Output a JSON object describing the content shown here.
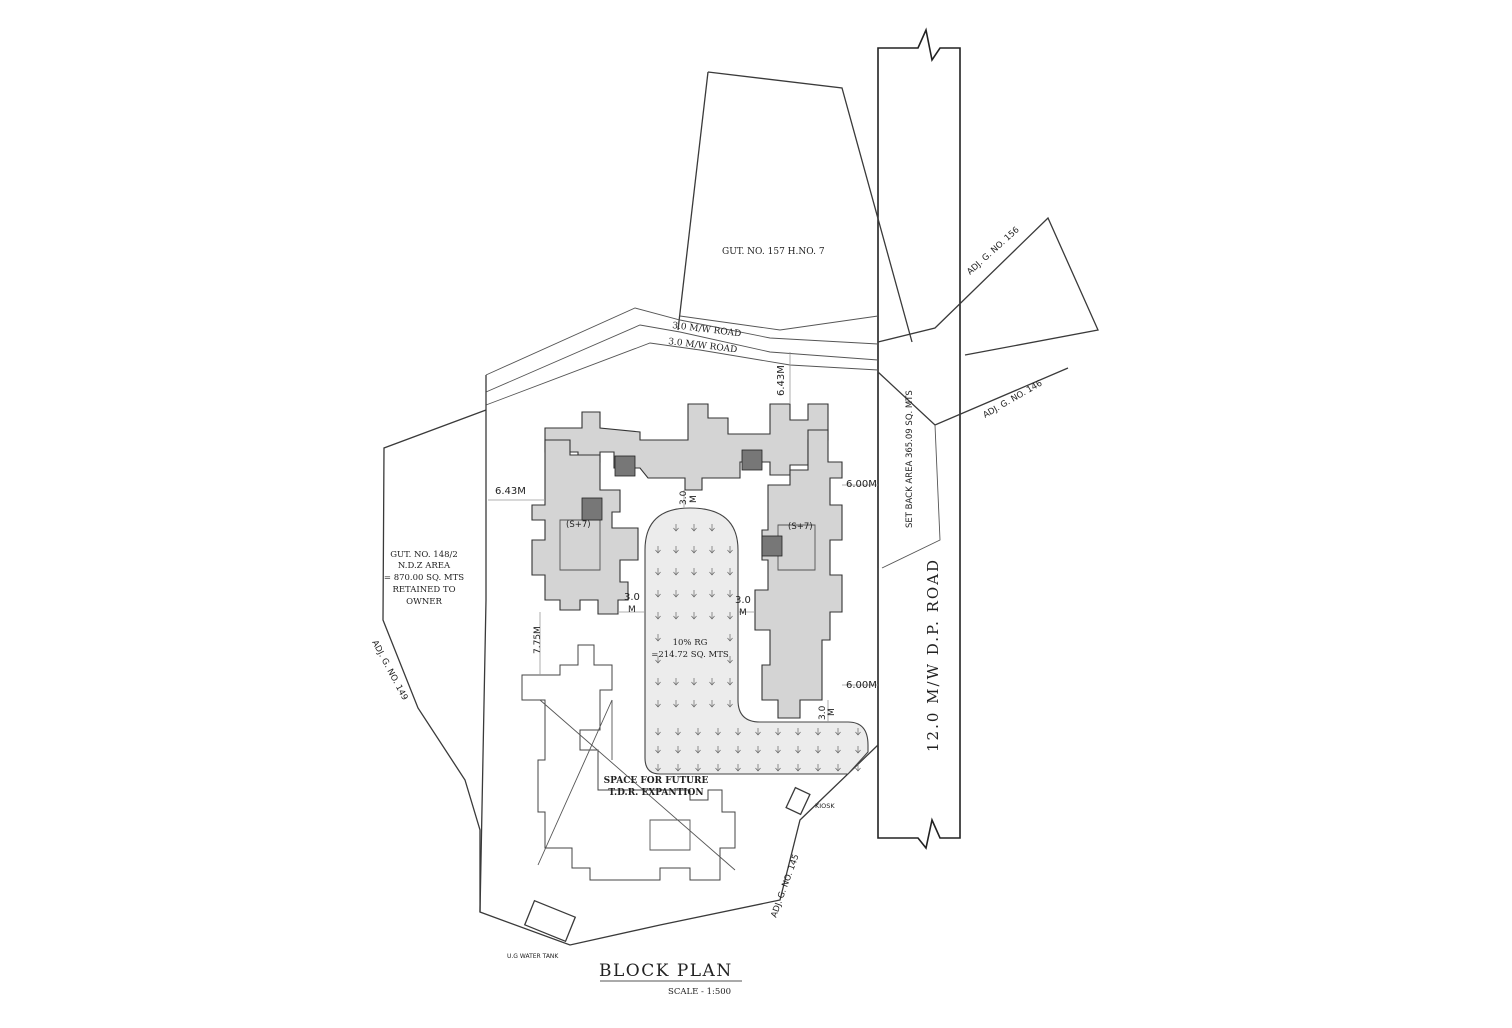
{
  "labels": {
    "gut_157": "GUT. NO. 157 H.NO. 7",
    "road_3m_a": "3.0   M/W  ROAD",
    "road_3m_b": "3.0   M/W  ROAD",
    "adj_156": "ADJ. G. NO. 156",
    "adj_146": "ADJ. G. NO. 146",
    "setback": "SET BACK AREA 365.09 SQ. MTS",
    "dp_road": "12.0 M/W D.P. ROAD",
    "dim_643_top": "6.43M",
    "dim_643_left": "6.43M",
    "dim_600_top": "6.00M",
    "dim_600_bottom": "6.00M",
    "dim_30_center": "3.0",
    "dim_30_center_m": "M",
    "dim_30_left": "3.0",
    "dim_30_left_m": "M",
    "dim_30_right": "3.0",
    "dim_30_right_m": "M",
    "dim_30_bottom": "3.0",
    "dim_30_bottom_m": "M",
    "dim_775": "7.75M",
    "bldg_left": "(S+7)",
    "bldg_right": "(S+7)",
    "gut_148_l1": "GUT. NO. 148/2",
    "gut_148_l2": "N.D.Z AREA",
    "gut_148_l3": "= 870.00 SQ. MTS",
    "gut_148_l4": "RETAINED TO",
    "gut_148_l5": "OWNER",
    "adj_149": "ADJ. G. NO. 149",
    "rg_l1": "10% RG",
    "rg_l2": "=214.72 SQ. MTS",
    "future_l1": "SPACE FOR FUTURE",
    "future_l2": "T.D.R. EXPANTION",
    "kiosk": "KIOSK",
    "adj_145": "ADJ. G. NO. 145",
    "water_tank": "U.G WATER TANK",
    "title": "BLOCK PLAN",
    "scale": "SCALE - 1:500"
  },
  "colors": {
    "linework": "#3a3a3a",
    "building_fill": "#d4d4d4",
    "stair_fill": "#777777",
    "rg_fill": "#ececec"
  }
}
